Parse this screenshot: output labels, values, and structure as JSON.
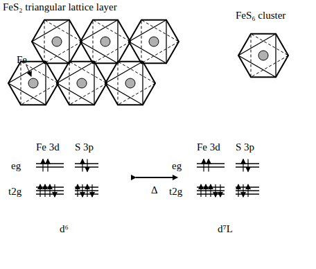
{
  "diagram": {
    "labels": [
      "FeS₂ triangular lattice layer",
      "Fe",
      "FeS₆ cluster",
      "Fe 3d",
      "S 3p",
      "eg",
      "t2g",
      "d⁶",
      "Δ",
      "Fe 3d",
      "S 3p",
      "eg",
      "t2g",
      "d⁷L"
    ]
  }
}
